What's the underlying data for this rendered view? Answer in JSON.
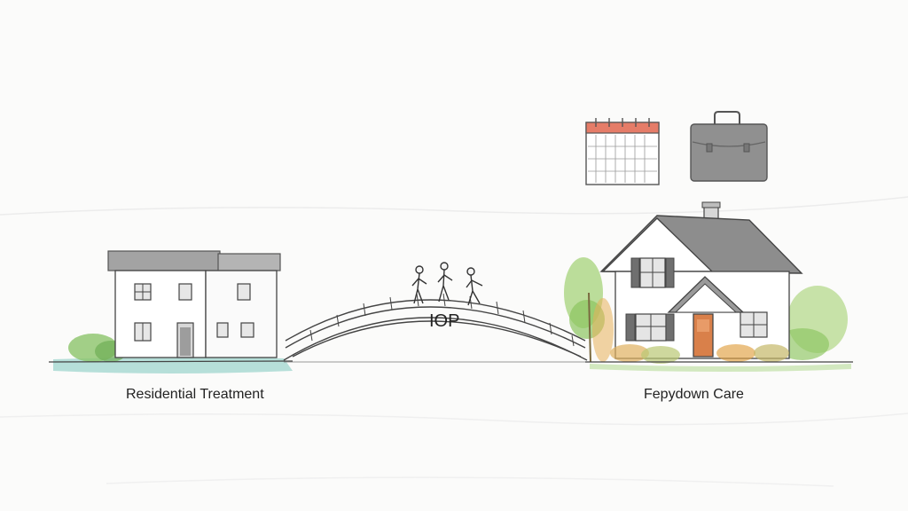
{
  "labels": {
    "left": "Residential Treatment",
    "middle": "IOP",
    "right": "Fepydown Care"
  },
  "icons": {
    "calendar": "calendar-icon",
    "briefcase": "briefcase-icon",
    "people": "walking-people-icon"
  },
  "colors": {
    "background": "#fbfbfa",
    "ink": "#3a3a3a",
    "roof_gray": "#8d8d8d",
    "water_teal": "#8fd0c8",
    "foliage_green": "#9ccd6a",
    "autumn_orange": "#e0a040",
    "door_orange": "#d9804a",
    "calendar_red": "#e57c68"
  }
}
